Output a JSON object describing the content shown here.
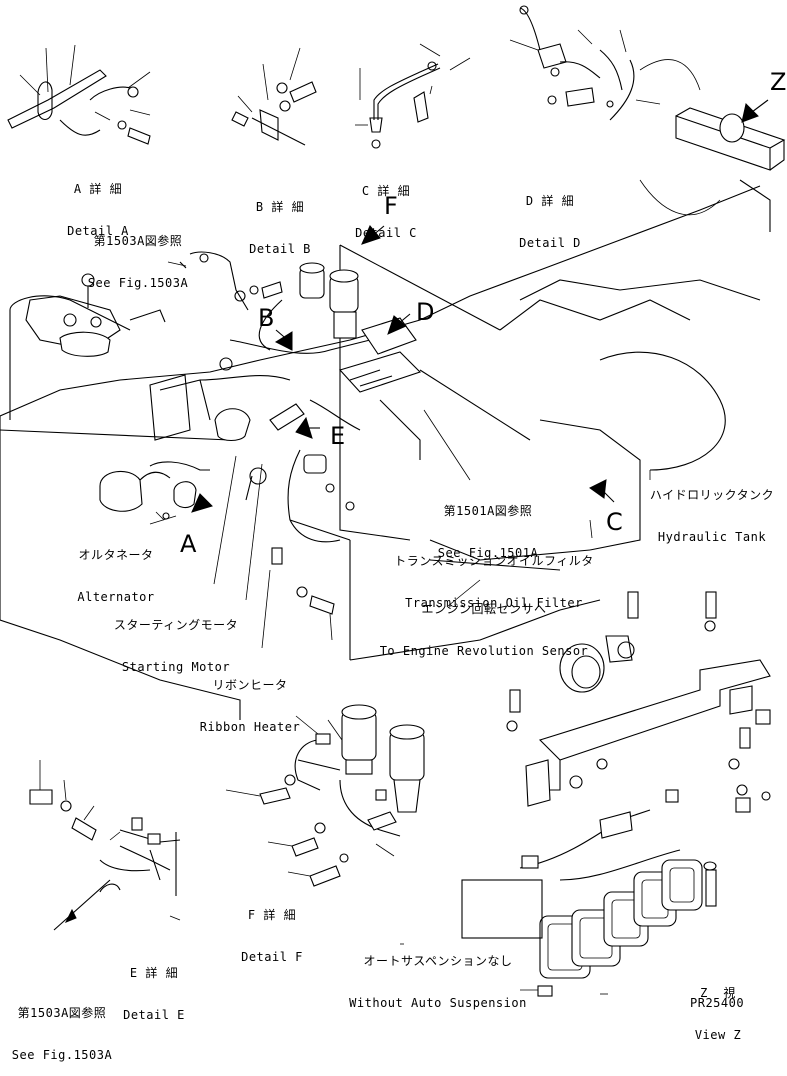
{
  "details": {
    "a": {
      "jp": "A 詳 細",
      "en": "Detail A"
    },
    "b": {
      "jp": "B 詳 細",
      "en": "Detail B"
    },
    "c": {
      "jp": "C 詳 細",
      "en": "Detail C"
    },
    "d": {
      "jp": "D 詳 細",
      "en": "Detail D"
    },
    "e": {
      "jp": "E 詳 細",
      "en": "Detail E"
    },
    "f": {
      "jp": "F 詳 細",
      "en": "Detail F"
    },
    "z": {
      "jp": "Z  視",
      "en": "View Z"
    }
  },
  "references": {
    "fig1503a_top": {
      "jp": "第1503A図参照",
      "en": "See Fig.1503A"
    },
    "fig1501a": {
      "jp": "第1501A図参照",
      "en": "See Fig.1501A"
    },
    "fig1503a_bottom": {
      "jp": "第1503A図参照",
      "en": "See Fig.1503A"
    }
  },
  "components": {
    "hydraulic_tank": {
      "jp": "ハイドロリックタンク",
      "en": "Hydraulic Tank"
    },
    "alternator": {
      "jp": "オルタネータ",
      "en": "Alternator"
    },
    "transmission_filter": {
      "jp": "トランスミッションオイルフィルタ",
      "en": "Transmission Oil Filter"
    },
    "engine_sensor": {
      "jp": "エンジン回転センサへ",
      "en": "To Engine Revolution Sensor"
    },
    "starting_motor": {
      "jp": "スターティングモータ",
      "en": "Starting Motor"
    },
    "ribbon_heater": {
      "jp": "リボンヒータ",
      "en": "Ribbon Heater"
    },
    "without_auto_susp": {
      "jp": "オートサスペンションなし",
      "en": "Without Auto Suspension"
    }
  },
  "callouts": {
    "a": "A",
    "b": "B",
    "c": "C",
    "d": "D",
    "e": "E",
    "f": "F",
    "z": "Z"
  },
  "drawing_number": "PR25400"
}
